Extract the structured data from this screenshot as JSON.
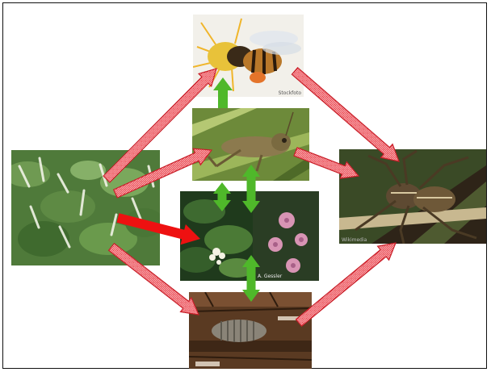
{
  "diagram": {
    "nodes": [
      {
        "id": "knotweed",
        "icon": "knotweed-plant-photo"
      },
      {
        "id": "bee",
        "icon": "honeybee-on-flower-photo"
      },
      {
        "id": "grasshopper",
        "icon": "grasshopper-photo"
      },
      {
        "id": "native-plants",
        "icon": "native-flowering-plants-photo"
      },
      {
        "id": "spider",
        "icon": "wolf-spider-photo"
      },
      {
        "id": "woodlouse",
        "icon": "woodlouse-on-deadwood-photo"
      }
    ],
    "credits": {
      "bee": "Stockfoto",
      "native_plants": "A. Gessler",
      "spider": "Wikimedia"
    },
    "colors": {
      "hatched_arrow": "#e8323c",
      "solid_arrow": "#ee1111",
      "green_arrow": "#4fb82a",
      "frame": "#111111"
    },
    "links": [
      {
        "from": "knotweed",
        "to": "bee",
        "style": "hatched-red"
      },
      {
        "from": "knotweed",
        "to": "grasshopper",
        "style": "hatched-red"
      },
      {
        "from": "knotweed",
        "to": "native-plants",
        "style": "solid-red"
      },
      {
        "from": "knotweed",
        "to": "woodlouse",
        "style": "hatched-red"
      },
      {
        "from": "bee",
        "to": "spider",
        "style": "hatched-red"
      },
      {
        "from": "grasshopper",
        "to": "spider",
        "style": "hatched-red"
      },
      {
        "from": "woodlouse",
        "to": "spider",
        "style": "hatched-red"
      },
      {
        "from": "grasshopper",
        "to": "bee",
        "style": "green"
      },
      {
        "from": "grasshopper",
        "to": "native-plants",
        "style": "green-double"
      },
      {
        "from": "native-plants",
        "to": "woodlouse",
        "style": "green-double"
      }
    ]
  }
}
